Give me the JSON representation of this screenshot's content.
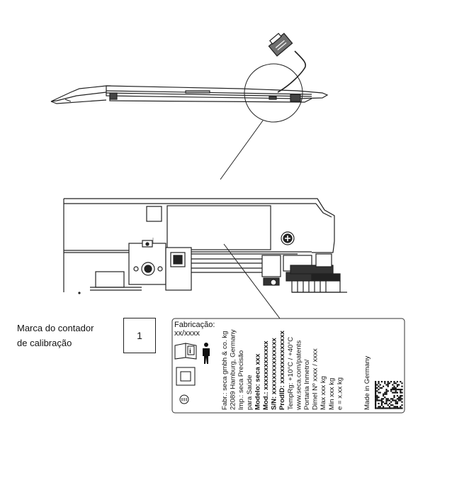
{
  "calibration_counter": {
    "label_line1": "Marca do contador",
    "label_line2": "de calibração",
    "value": "1"
  },
  "label_plate": {
    "fabrication_label": "Fabricação:",
    "fabrication_value": "xx/xxxx",
    "text_lines": [
      {
        "text": "Fabr.: seca gmbh & co. kg",
        "bold": false
      },
      {
        "text": "22089 Hamburg, Germany",
        "bold": false
      },
      {
        "text": "Imp.: seca Precisão",
        "bold": false
      },
      {
        "text": "para Saúde",
        "bold": false
      },
      {
        "text": "Modelo: seca xxx",
        "bold": true
      },
      {
        "text": "Mod.: xxxxxxxxxxxxx",
        "bold": true
      },
      {
        "text": "S/N: xxxxxxxxxxxxxxx",
        "bold": true
      },
      {
        "text": "ProdID: xxxxxxxxxxxxxx",
        "bold": true
      },
      {
        "text": "TempRg: +10°C / +40°C",
        "bold": false
      },
      {
        "text": "www.seca.com/patents",
        "bold": false
      },
      {
        "text": "Portaria Inmetro/",
        "bold": false
      },
      {
        "text": "Dimel Nº xxxx / xxxx",
        "bold": false
      },
      {
        "text": "Max xxx kg",
        "bold": false
      },
      {
        "text": "Min xxx kg",
        "bold": false
      },
      {
        "text": "e = x.xx kg",
        "bold": false
      }
    ],
    "made_in": "Made in Germany",
    "icons": [
      "manual-info-icon",
      "person-icon",
      "class-ii-square-icon",
      "class-iii-circle-icon",
      "datamatrix-code"
    ]
  }
}
